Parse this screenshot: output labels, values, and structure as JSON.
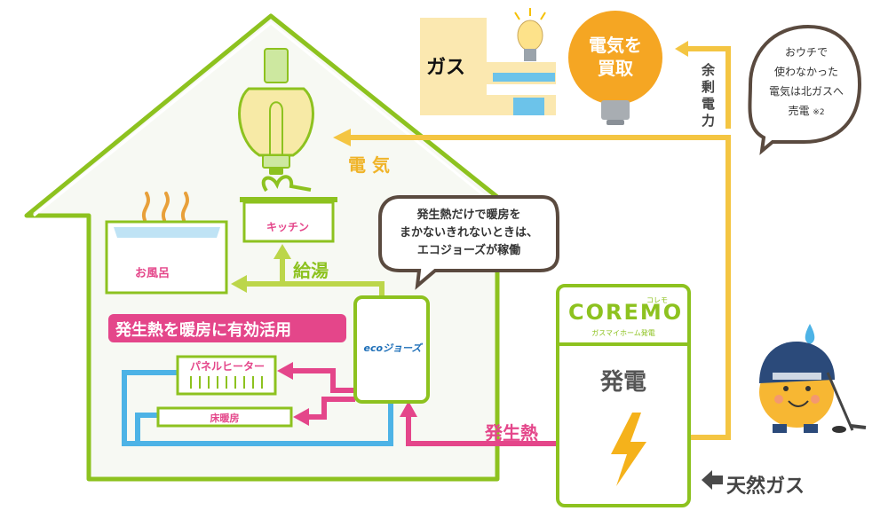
{
  "labels": {
    "gas_company": "ガス",
    "buy_electricity_line1": "電気を",
    "buy_electricity_line2": "買取",
    "surplus_power": "余剰電力",
    "callout_top_line1": "おウチで",
    "callout_top_line2": "使わなかった",
    "callout_top_line3": "電気は北ガスへ",
    "callout_top_line4": "売電",
    "callout_top_note": "※2",
    "electricity": "電 気",
    "kitchen": "キッチン",
    "bath": "お風呂",
    "hot_water_supply": "給湯",
    "heating_banner": "発生熱を暖房に有効活用",
    "panel_heater": "パネルヒーター",
    "floor_heating": "床暖房",
    "callout_mid_line1": "発生熱だけで暖房を",
    "callout_mid_line2": "まかないきれないときは、",
    "callout_mid_line3": "エコジョーズが稼働",
    "ecojozu_logo": "ecoジョーズ",
    "coremo_logo": "COREMO",
    "coremo_ruby": "コレモ",
    "coremo_sub": "ガスマイホーム発電",
    "power_generation": "発電",
    "generated_heat": "発生熱",
    "natural_gas": "天然ガス"
  },
  "colors": {
    "house_outline": "#8dc21f",
    "electricity_line": "#f4c542",
    "heat_line": "#e4468a",
    "water_line": "#4db3e6",
    "bulb_orange": "#f5a623",
    "building": "#fbe8b0"
  }
}
